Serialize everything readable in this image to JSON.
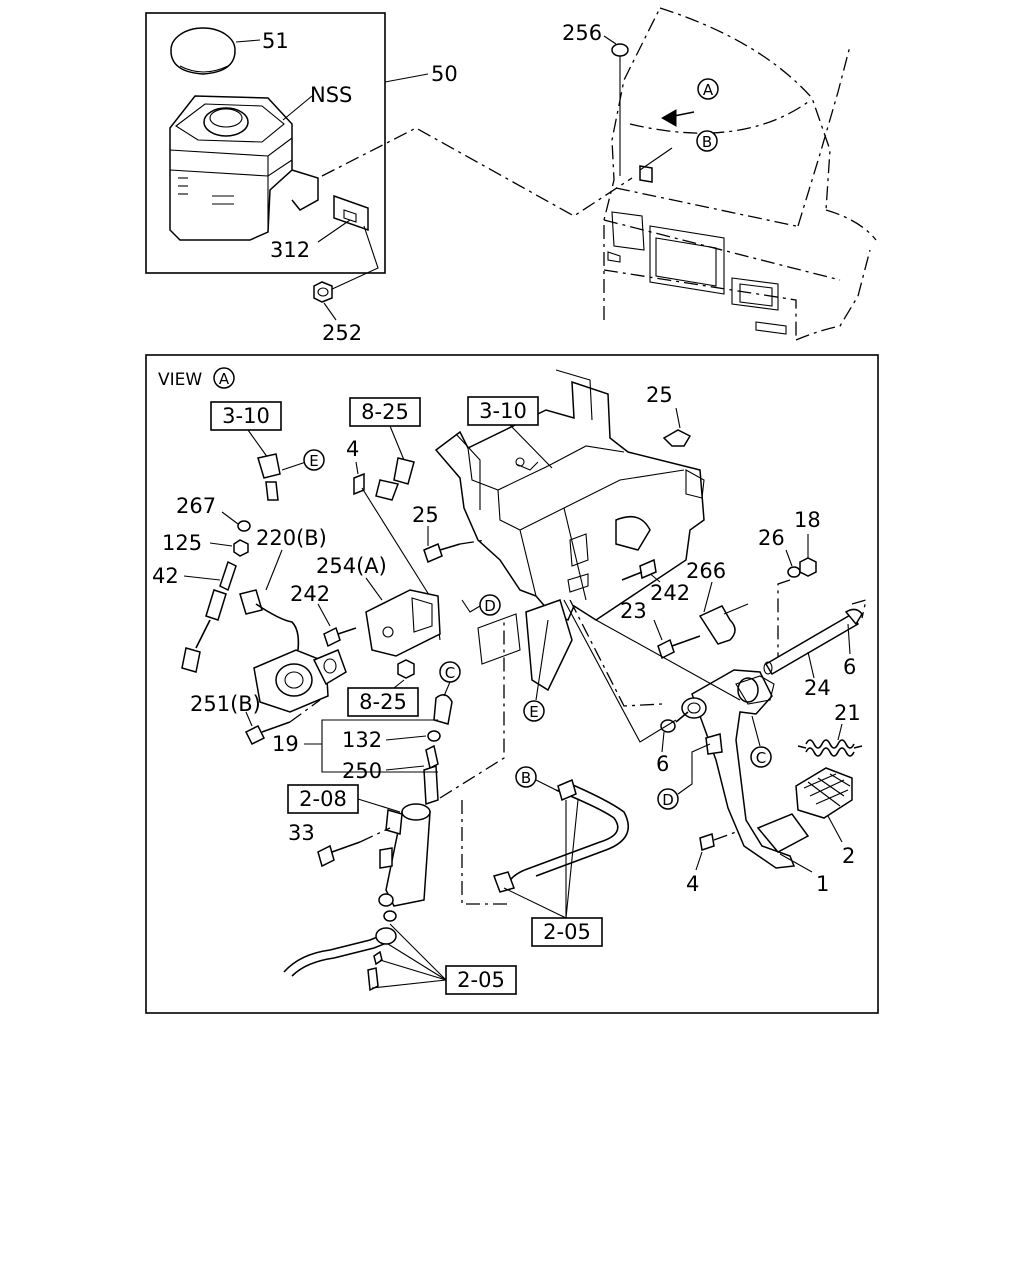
{
  "view_label": "VIEW",
  "view_circle": "A",
  "top_callouts": {
    "c51": "51",
    "c50": "50",
    "nss": "NSS",
    "c312": "312",
    "c252": "252",
    "c256": "256",
    "circ_a": "A",
    "circ_b": "B"
  },
  "ref_boxes": {
    "r3_10_top": "3-10",
    "r3_10_left": "3-10",
    "r8_25_top": "8-25",
    "r8_25_mid": "8-25",
    "r2_08": "2-08",
    "r2_05_a": "2-05",
    "r2_05_b": "2-05"
  },
  "callouts": {
    "c25a": "25",
    "c4a": "4",
    "c25b": "25",
    "c267": "267",
    "c125": "125",
    "c220b": "220(B)",
    "c42": "42",
    "c254a": "254(A)",
    "c242a": "242",
    "c242b": "242",
    "c266": "266",
    "c26": "26",
    "c18": "18",
    "c23": "23",
    "c6a": "6",
    "c24": "24",
    "c251b": "251(B)",
    "c19": "19",
    "c132": "132",
    "c250": "250",
    "c21": "21",
    "c6b": "6",
    "c33": "33",
    "c2": "2",
    "c4b": "4",
    "c1": "1"
  },
  "circles": {
    "e1": "E",
    "e2": "E",
    "d1": "D",
    "d2": "D",
    "c1": "C",
    "c2": "C",
    "b1": "B"
  }
}
